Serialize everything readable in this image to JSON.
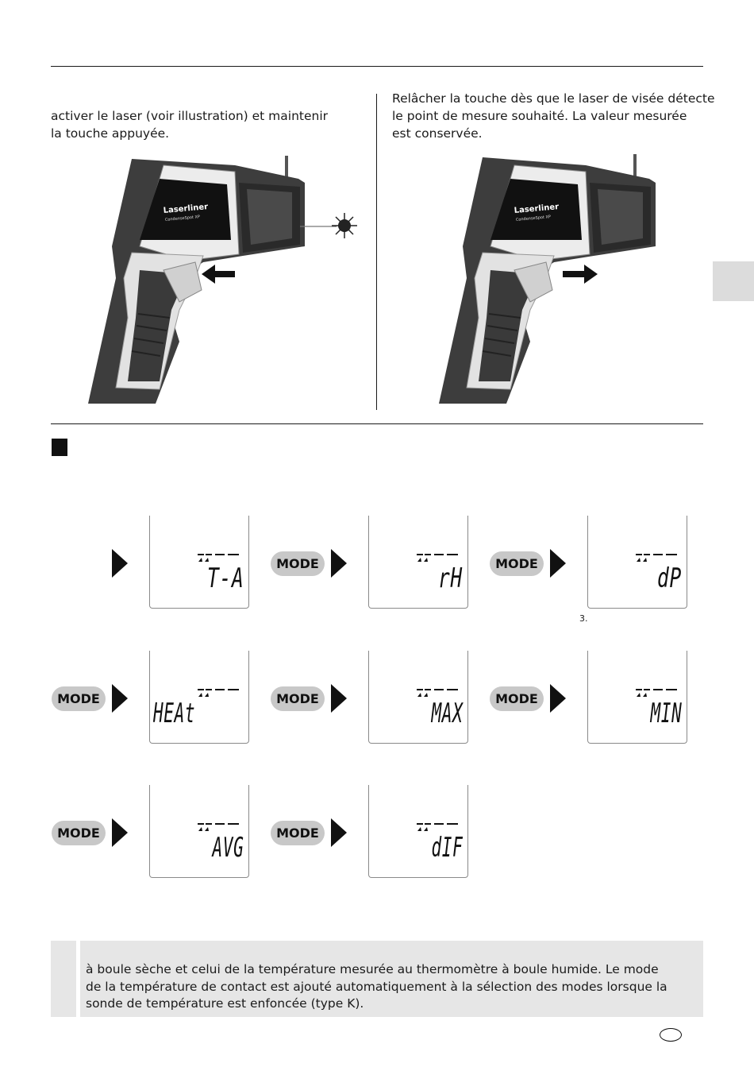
{
  "top_section": {
    "left_text": [
      "activer le laser (voir illustration) et maintenir",
      "la touche appuyée."
    ],
    "right_text": [
      "Relâcher la touche dès que le laser de visée détecte",
      "le point de mesure souhaité. La valeur mesurée",
      "est conservée."
    ],
    "device_brand": "Laserliner",
    "device_model": "CondenseSpot XP"
  },
  "modes_section": {
    "button_label": "MODE",
    "screens": [
      {
        "label": "T-A"
      },
      {
        "label": "rH"
      },
      {
        "label": "dP"
      },
      {
        "label": "HEAt"
      },
      {
        "label": "MAX"
      },
      {
        "label": "MIN"
      },
      {
        "label": "AVG"
      },
      {
        "label": "dIF"
      }
    ],
    "footnote_number": "3."
  },
  "note": {
    "lines": [
      "à boule sèche et celui de la température mesurée au thermomètre à boule humide. Le mode",
      "de la température de contact est ajouté automatiquement à la sélection des modes lorsque la",
      "sonde de température est enfoncée (type K)."
    ]
  },
  "colors": {
    "accent_gray": "#c8c8c8",
    "note_background": "#e6e6e6",
    "side_tab": "#dcdcdc"
  }
}
